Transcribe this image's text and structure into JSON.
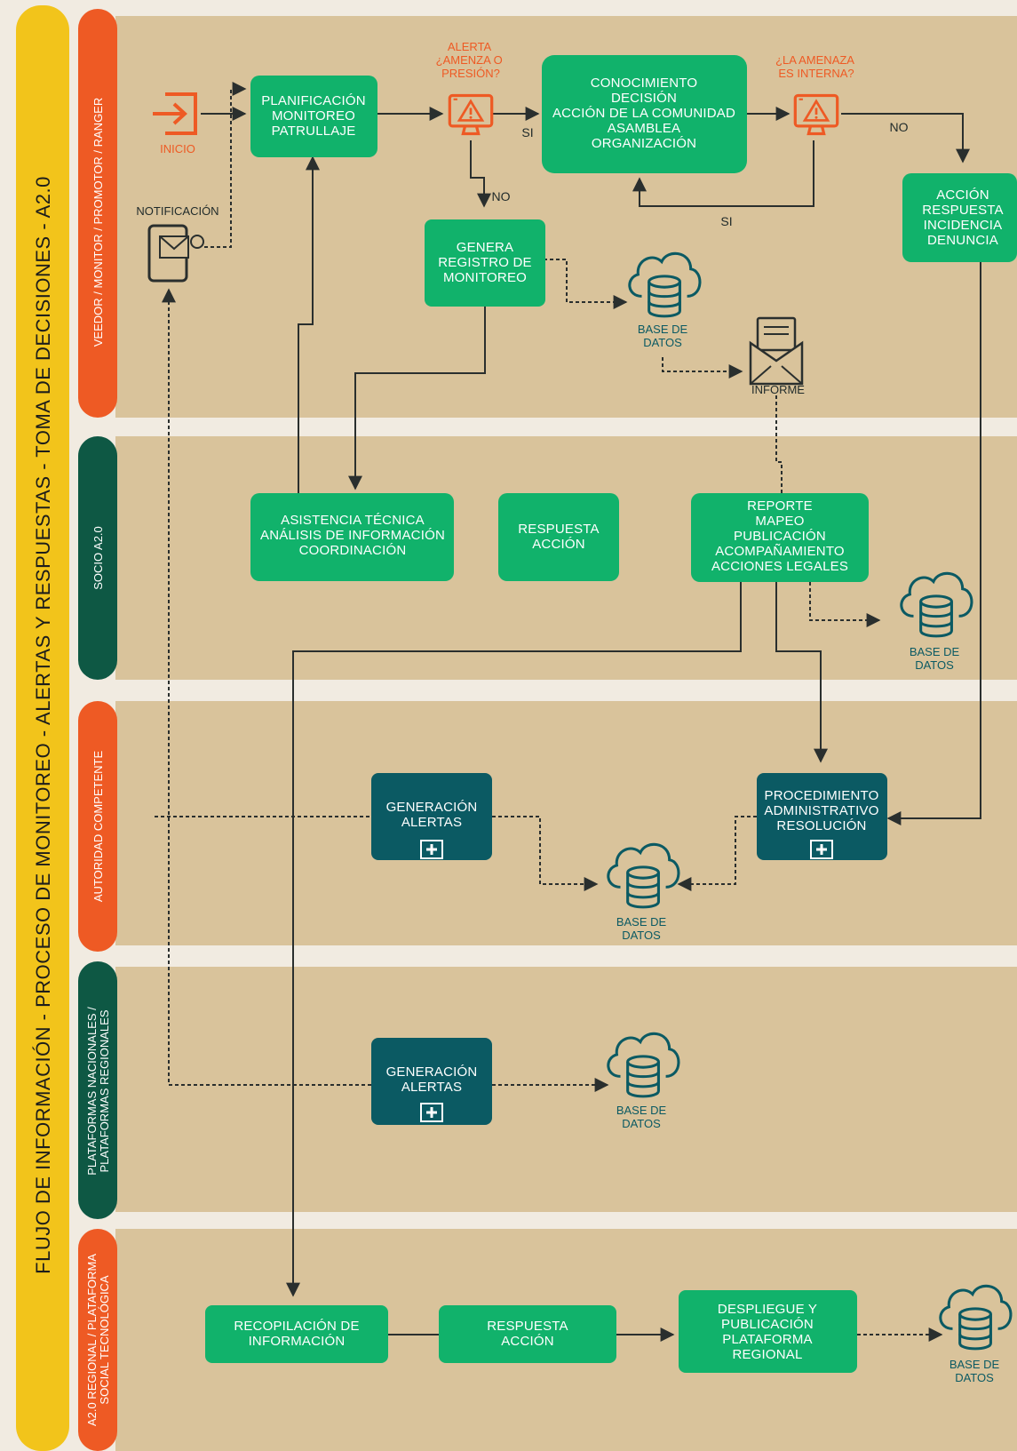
{
  "title": "FLUJO DE INFORMACIÓN - PROCESO DE MONITOREO - ALERTAS Y RESPUESTAS - TOMA DE DECISIONES - A2.0",
  "colors": {
    "title_band": "#f2c41b",
    "lane_orange": "#ee5a24",
    "lane_dark_green": "#0e5844",
    "node_green": "#11b26b",
    "node_teal": "#0b5a63",
    "lane_bg": "#d9c39b",
    "separator": "#f1ebe1",
    "line": "#2a2f2e"
  },
  "lanes": [
    {
      "label_lines": [
        "VEEDOR / MONITOR / PROMOTOR / RANGER"
      ]
    },
    {
      "label_lines": [
        "SOCIO A2.0"
      ]
    },
    {
      "label_lines": [
        "AUTORIDAD COMPETENTE"
      ]
    },
    {
      "label_lines": [
        "PLATAFORMAS NACIONALES /",
        "PLATAFORMAS REGIONALES"
      ]
    },
    {
      "label_lines": [
        "A2.0 REGIONAL / PLATAFORMA",
        "SOCIAL TECNOLÓGICA"
      ]
    }
  ],
  "nodes": {
    "planificacion": {
      "lines": [
        "PLANIFICACIÓN",
        "MONITOREO",
        "PATRULLAJE"
      ]
    },
    "conocimiento": {
      "lines": [
        "CONOCIMIENTO",
        "DECISIÓN",
        "ACCIÓN DE LA COMUNIDAD",
        "ASAMBLEA",
        "ORGANIZACIÓN"
      ]
    },
    "accion_respuesta": {
      "lines": [
        "ACCIÓN",
        "RESPUESTA",
        "INCIDENCIA",
        "DENUNCIA"
      ]
    },
    "genera_registro": {
      "lines": [
        "GENERA",
        "REGISTRO DE",
        "MONITOREO"
      ]
    },
    "asistencia": {
      "lines": [
        "ASISTENCIA TÉCNICA",
        "ANÁLISIS DE INFORMACIÓN",
        "COORDINACIÓN"
      ]
    },
    "respuesta_socio": {
      "lines": [
        "RESPUESTA",
        "ACCIÓN"
      ]
    },
    "reporte": {
      "lines": [
        "REPORTE",
        "MAPEO",
        "PUBLICACIÓN",
        "ACOMPAÑAMIENTO",
        "ACCIONES LEGALES"
      ]
    },
    "generacion_autoridad": {
      "lines": [
        "GENERACIÓN",
        "ALERTAS"
      ]
    },
    "procedimiento": {
      "lines": [
        "PROCEDIMIENTO",
        "ADMINISTRATIVO",
        "RESOLUCIÓN"
      ]
    },
    "generacion_plataformas": {
      "lines": [
        "GENERACIÓN",
        "ALERTAS"
      ]
    },
    "recopilacion": {
      "lines": [
        "RECOPILACIÓN DE",
        "INFORMACIÓN"
      ]
    },
    "respuesta_regional": {
      "lines": [
        "RESPUESTA",
        "ACCIÓN"
      ]
    },
    "despliegue": {
      "lines": [
        "DESPLIEGUE Y",
        "PUBLICACIÓN",
        "PLATAFORMA",
        "REGIONAL"
      ]
    }
  },
  "labels": {
    "inicio": "INICIO",
    "notificacion": "NOTIFICACIÓN",
    "informe": "INFORME",
    "decision_1": [
      "ALERTA",
      "¿AMENZA O",
      "PRESIÓN?"
    ],
    "decision_2": [
      "¿LA AMENAZA",
      "ES INTERNA?"
    ],
    "si": "SI",
    "no": "NO"
  },
  "databases": {
    "db_label": [
      "BASE DE",
      "DATOS"
    ]
  },
  "icons": [
    "login-arrow-icon",
    "alert-monitor-icon",
    "phone-notification-icon",
    "cloud-database-icon",
    "mail-report-icon",
    "medical-plus-icon"
  ]
}
